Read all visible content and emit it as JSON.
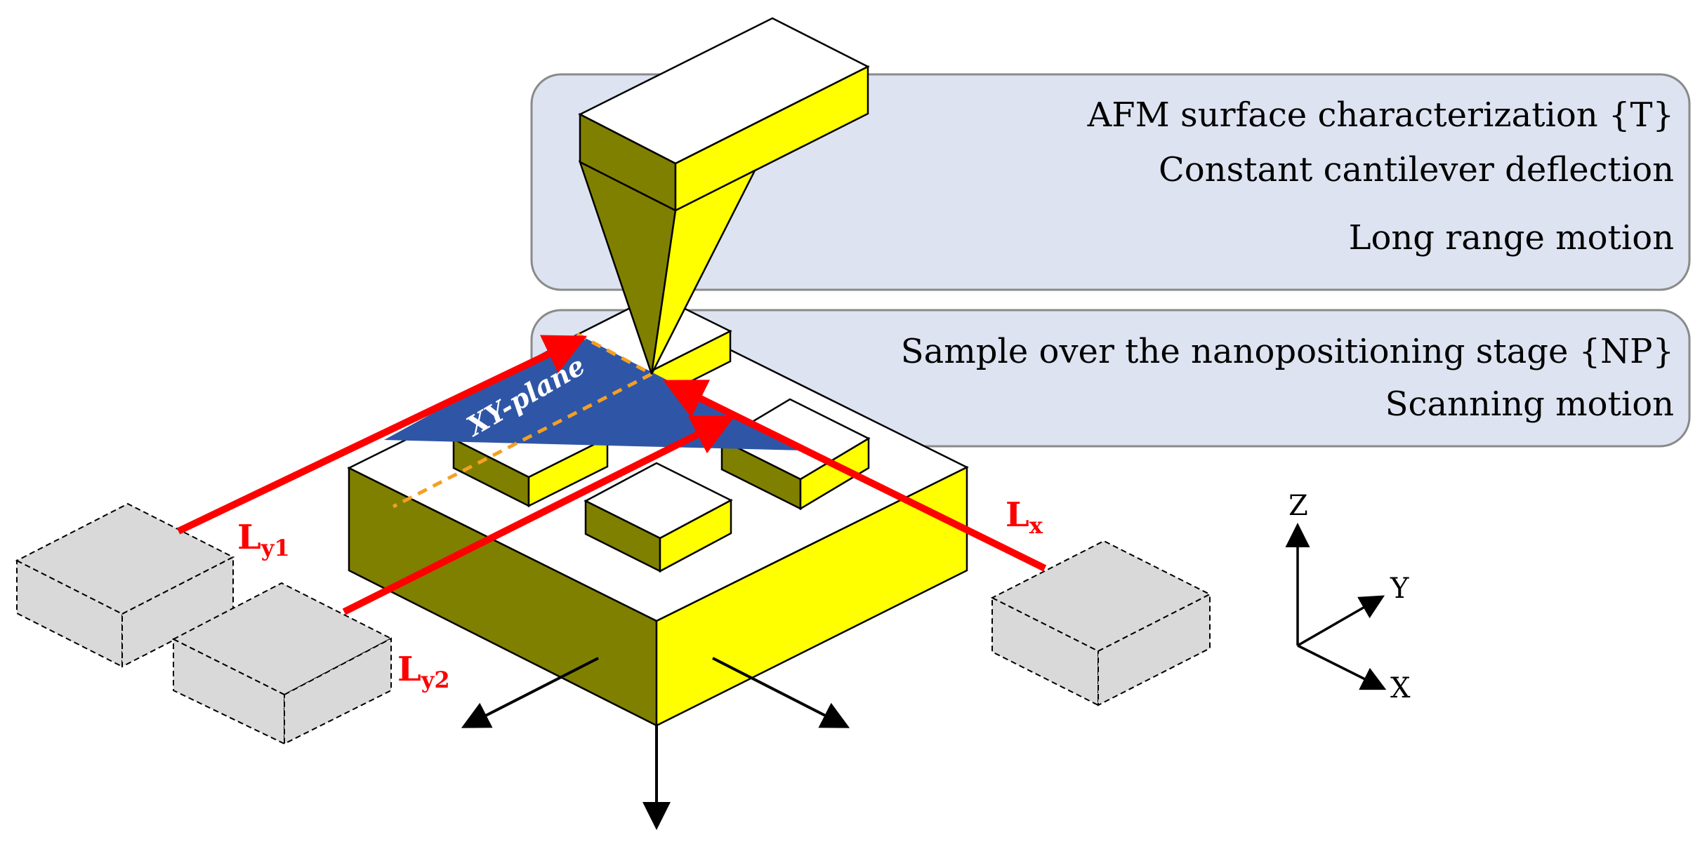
{
  "colors": {
    "panel_fill": "#dde3f0",
    "panel_stroke": "#8a8a8a",
    "yellow_light": "#ffff00",
    "yellow_dark": "#808000",
    "white": "#ffffff",
    "sensor_fill": "#d9d9d9",
    "laser_red": "#ff0000",
    "plane_blue": "#2f56a6",
    "dash_orange": "#f4a024",
    "black": "#000000"
  },
  "panels": {
    "top": {
      "line1": "AFM surface characterization {T}",
      "line2": "Constant cantilever deflection",
      "line3": "Long range motion"
    },
    "bottom": {
      "line1": "Sample over the nanopositioning stage {NP}",
      "line2": "Scanning motion"
    }
  },
  "plane_label": "XY-plane",
  "lasers": {
    "y1": {
      "main": "L",
      "sub": "y1"
    },
    "y2": {
      "main": "L",
      "sub": "y2"
    },
    "x": {
      "main": "L",
      "sub": "x"
    }
  },
  "axes": {
    "z": "Z",
    "y": "Y",
    "x": "X"
  },
  "icons": [
    "afm-cantilever-icon",
    "afm-tip-icon",
    "nanopositioning-stage-icon",
    "sensor-block-icon",
    "laser-beam-icon",
    "axis-arrow-icon"
  ]
}
